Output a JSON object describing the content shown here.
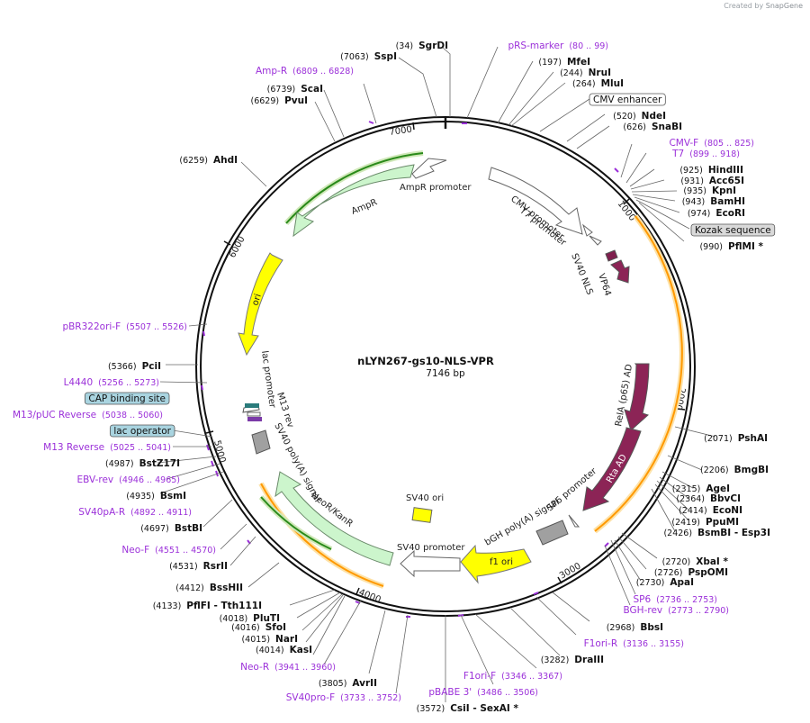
{
  "credit": {
    "prefix": "Created by",
    "brand": "SnapGene"
  },
  "plasmid": {
    "name": "nLYN267-gs10-NLS-VPR",
    "size_label": "7146 bp"
  },
  "ticks": [
    "1000",
    "2000",
    "3000",
    "4000",
    "5000",
    "6000",
    "7000"
  ],
  "sites": [
    {
      "pos": "(34)",
      "name": "SgrDI",
      "type": "enzyme"
    },
    {
      "pos": "(7063)",
      "name": "SspI",
      "type": "enzyme"
    },
    {
      "pos": "(6809 .. 6828)",
      "name": "Amp-R",
      "type": "primer"
    },
    {
      "pos": "(6739)",
      "name": "ScaI",
      "type": "enzyme"
    },
    {
      "pos": "(6629)",
      "name": "PvuI",
      "type": "enzyme"
    },
    {
      "pos": "(6259)",
      "name": "AhdI",
      "type": "enzyme"
    },
    {
      "pos": "(5507 .. 5526)",
      "name": "pBR322ori-F",
      "type": "primer"
    },
    {
      "pos": "(5366)",
      "name": "PciI",
      "type": "enzyme"
    },
    {
      "pos": "(5256 .. 5273)",
      "name": "L4440",
      "type": "primer"
    },
    {
      "pos": "",
      "name": "CAP binding site",
      "type": "feature"
    },
    {
      "pos": "(5038 .. 5060)",
      "name": "M13/pUC Reverse",
      "type": "primer"
    },
    {
      "pos": "",
      "name": "lac operator",
      "type": "feature"
    },
    {
      "pos": "(5025 .. 5041)",
      "name": "M13 Reverse",
      "type": "primer"
    },
    {
      "pos": "(4987)",
      "name": "BstZ17I",
      "type": "enzyme"
    },
    {
      "pos": "(4946 .. 4965)",
      "name": "EBV-rev",
      "type": "primer"
    },
    {
      "pos": "(4935)",
      "name": "BsmI",
      "type": "enzyme"
    },
    {
      "pos": "(4892 .. 4911)",
      "name": "SV40pA-R",
      "type": "primer"
    },
    {
      "pos": "(4697)",
      "name": "BstBI",
      "type": "enzyme"
    },
    {
      "pos": "(4551 .. 4570)",
      "name": "Neo-F",
      "type": "primer"
    },
    {
      "pos": "(4531)",
      "name": "RsrII",
      "type": "enzyme"
    },
    {
      "pos": "(4412)",
      "name": "BssHII",
      "type": "enzyme"
    },
    {
      "pos": "(4133)",
      "name": "PflFI - Tth111I",
      "type": "enzyme"
    },
    {
      "pos": "(4018)",
      "name": "PluTI",
      "type": "enzyme"
    },
    {
      "pos": "(4016)",
      "name": "SfoI",
      "type": "enzyme"
    },
    {
      "pos": "(4015)",
      "name": "NarI",
      "type": "enzyme"
    },
    {
      "pos": "(4014)",
      "name": "KasI",
      "type": "enzyme"
    },
    {
      "pos": "(3941 .. 3960)",
      "name": "Neo-R",
      "type": "primer"
    },
    {
      "pos": "(3805)",
      "name": "AvrII",
      "type": "enzyme"
    },
    {
      "pos": "(3733 .. 3752)",
      "name": "SV40pro-F",
      "type": "primer"
    },
    {
      "pos": "(3572)",
      "name": "CsiI - SexAI *",
      "type": "enzyme"
    },
    {
      "pos": "(3486 .. 3506)",
      "name": "pBABE 3'",
      "type": "primer"
    },
    {
      "pos": "(3346 .. 3367)",
      "name": "F1ori-F",
      "type": "primer"
    },
    {
      "pos": "(3282)",
      "name": "DraIII",
      "type": "enzyme"
    },
    {
      "pos": "(3136 .. 3155)",
      "name": "F1ori-R",
      "type": "primer"
    },
    {
      "pos": "(2968)",
      "name": "BbsI",
      "type": "enzyme"
    },
    {
      "pos": "(2773 .. 2790)",
      "name": "BGH-rev",
      "type": "primer"
    },
    {
      "pos": "(2736 .. 2753)",
      "name": "SP6",
      "type": "primer"
    },
    {
      "pos": "(2730)",
      "name": "ApaI",
      "type": "enzyme"
    },
    {
      "pos": "(2726)",
      "name": "PspOMI",
      "type": "enzyme"
    },
    {
      "pos": "(2720)",
      "name": "XbaI *",
      "type": "enzyme"
    },
    {
      "pos": "(2426)",
      "name": "BsmBI - Esp3I",
      "type": "enzyme"
    },
    {
      "pos": "(2419)",
      "name": "PpuMI",
      "type": "enzyme"
    },
    {
      "pos": "(2414)",
      "name": "EcoNI",
      "type": "enzyme"
    },
    {
      "pos": "(2364)",
      "name": "BbvCI",
      "type": "enzyme"
    },
    {
      "pos": "(2315)",
      "name": "AgeI",
      "type": "enzyme"
    },
    {
      "pos": "(2206)",
      "name": "BmgBI",
      "type": "enzyme"
    },
    {
      "pos": "(2071)",
      "name": "PshAI",
      "type": "enzyme"
    },
    {
      "pos": "(990)",
      "name": "PflMI *",
      "type": "enzyme"
    },
    {
      "pos": "",
      "name": "Kozak sequence",
      "type": "feature"
    },
    {
      "pos": "(974)",
      "name": "EcoRI",
      "type": "enzyme"
    },
    {
      "pos": "(943)",
      "name": "BamHI",
      "type": "enzyme"
    },
    {
      "pos": "(935)",
      "name": "KpnI",
      "type": "enzyme"
    },
    {
      "pos": "(931)",
      "name": "Acc65I",
      "type": "enzyme"
    },
    {
      "pos": "(925)",
      "name": "HindIII",
      "type": "enzyme"
    },
    {
      "pos": "(899 .. 918)",
      "name": "T7",
      "type": "primer"
    },
    {
      "pos": "(805 .. 825)",
      "name": "CMV-F",
      "type": "primer"
    },
    {
      "pos": "(626)",
      "name": "SnaBI",
      "type": "enzyme"
    },
    {
      "pos": "(520)",
      "name": "NdeI",
      "type": "enzyme"
    },
    {
      "pos": "",
      "name": "CMV enhancer",
      "type": "feature"
    },
    {
      "pos": "(264)",
      "name": "MluI",
      "type": "enzyme"
    },
    {
      "pos": "(244)",
      "name": "NruI",
      "type": "enzyme"
    },
    {
      "pos": "(197)",
      "name": "MfeI",
      "type": "enzyme"
    },
    {
      "pos": "(80 .. 99)",
      "name": "pRS-marker",
      "type": "primer"
    }
  ],
  "features": [
    {
      "name": "AmpR promoter",
      "color": "#ffffff"
    },
    {
      "name": "AmpR",
      "color": "#ccf5cc"
    },
    {
      "name": "ori",
      "color": "#ffff00"
    },
    {
      "name": "CMV promoter",
      "color": "#ffffff"
    },
    {
      "name": "T7 promoter",
      "color": "#ffffff"
    },
    {
      "name": "SV40 NLS",
      "color": "#7f1f4e"
    },
    {
      "name": "VP64",
      "color": "#8c2456"
    },
    {
      "name": "RelA (p65) AD",
      "color": "#8c2456"
    },
    {
      "name": "Rta AD",
      "color": "#8c2456"
    },
    {
      "name": "SP6 promoter",
      "color": "#ffffff"
    },
    {
      "name": "bGH poly(A) signal",
      "color": "#a0a0a0"
    },
    {
      "name": "f1 ori",
      "color": "#ffff00"
    },
    {
      "name": "SV40 promoter",
      "color": "#ffffff"
    },
    {
      "name": "SV40 ori",
      "color": "#ffff00"
    },
    {
      "name": "NeoR/KanR",
      "color": "#ccf5cc"
    },
    {
      "name": "SV40 poly(A) signal",
      "color": "#a0a0a0"
    },
    {
      "name": "lac promoter",
      "color": "#ffffff"
    },
    {
      "name": "M13 rev",
      "color": "#ffffff"
    }
  ],
  "colors": {
    "primer": "#9b30d9",
    "ring": "#111111",
    "orf_green": "#2a8a1a",
    "orf_orange": "#ff9900"
  }
}
